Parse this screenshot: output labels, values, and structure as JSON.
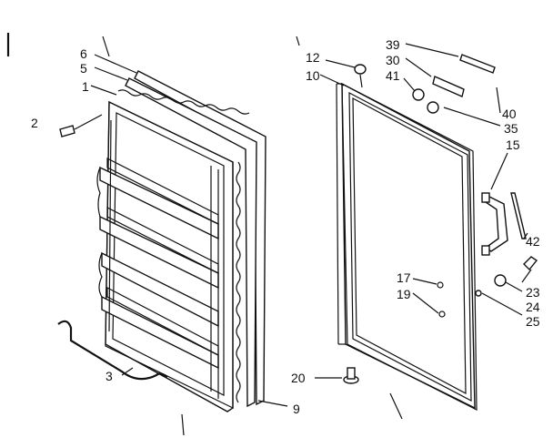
{
  "diagram": {
    "callouts": [
      {
        "id": "2",
        "text": "2"
      },
      {
        "id": "3",
        "text": "3"
      },
      {
        "id": "1",
        "text": "1"
      },
      {
        "id": "5",
        "text": "5"
      },
      {
        "id": "6",
        "text": "6"
      },
      {
        "id": "9",
        "text": "9"
      },
      {
        "id": "12",
        "text": "12"
      },
      {
        "id": "10",
        "text": "10"
      },
      {
        "id": "20",
        "text": "20"
      },
      {
        "id": "39",
        "text": "39"
      },
      {
        "id": "30",
        "text": "30"
      },
      {
        "id": "41",
        "text": "41"
      },
      {
        "id": "40",
        "text": "40"
      },
      {
        "id": "35",
        "text": "35"
      },
      {
        "id": "15",
        "text": "15"
      },
      {
        "id": "42",
        "text": "42"
      },
      {
        "id": "17",
        "text": "17"
      },
      {
        "id": "19",
        "text": "19"
      },
      {
        "id": "23",
        "text": "23"
      },
      {
        "id": "24",
        "text": "24"
      },
      {
        "id": "25",
        "text": "25"
      }
    ]
  }
}
